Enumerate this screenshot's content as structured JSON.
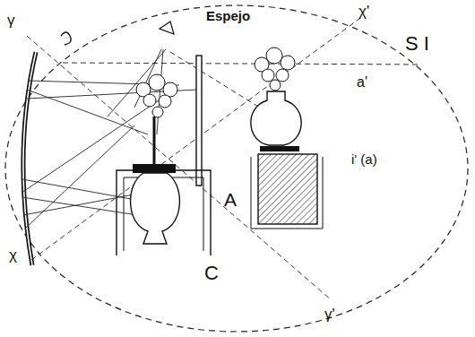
{
  "diagram": {
    "labels": [
      "Espejo",
      "S I",
      "a'",
      "i' (a)",
      "A",
      "C",
      "γ",
      "χ",
      "χ'",
      "γ'"
    ]
  }
}
